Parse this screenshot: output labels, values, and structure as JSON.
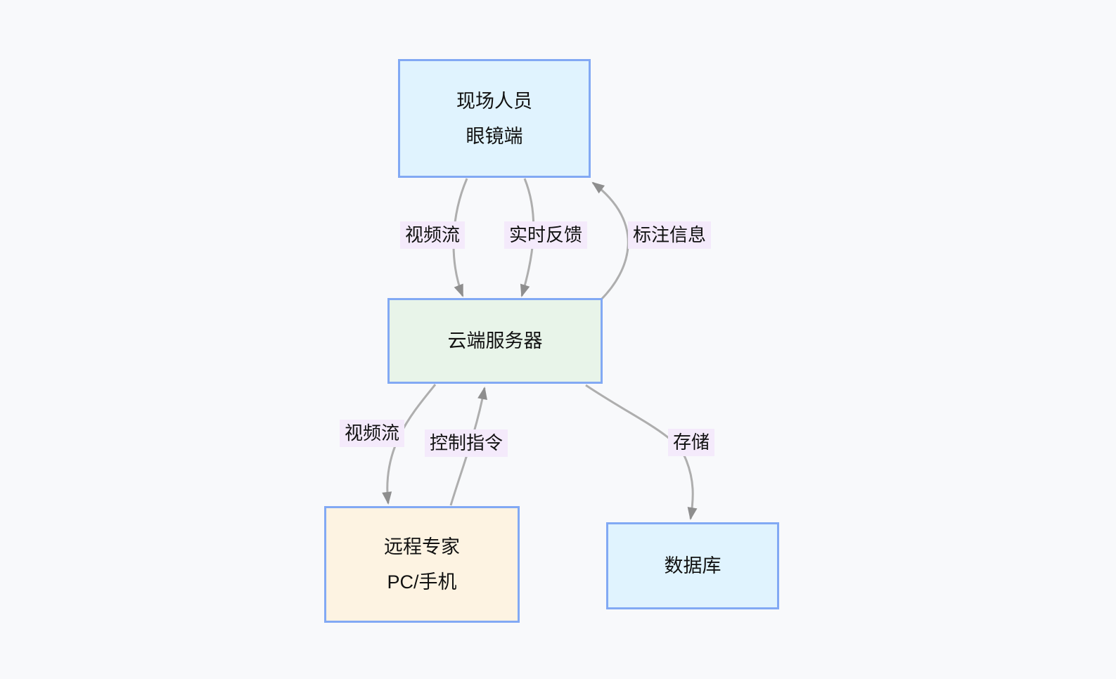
{
  "diagram": {
    "colors": {
      "bg": "#f8f9fb",
      "node_border": "#82a9f4",
      "node_blue": "#e0f3fe",
      "node_green": "#e8f4e9",
      "node_orange": "#fdf3e2",
      "label_bg": "#f4eafb",
      "edge": "#aeaeae",
      "arrow": "#8e8e8e",
      "text": "#111111"
    },
    "nodes": {
      "glasses": {
        "label": "现场人员\n眼镜端"
      },
      "cloud": {
        "label": "云端服务器"
      },
      "expert": {
        "label": "远程专家\nPC/手机"
      },
      "database": {
        "label": "数据库"
      }
    },
    "edges": [
      {
        "from": "glasses",
        "to": "cloud",
        "label": "视频流"
      },
      {
        "from": "glasses",
        "to": "cloud",
        "label": "实时反馈"
      },
      {
        "from": "cloud",
        "to": "glasses",
        "label": "标注信息"
      },
      {
        "from": "cloud",
        "to": "expert",
        "label": "视频流"
      },
      {
        "from": "expert",
        "to": "cloud",
        "label": "控制指令"
      },
      {
        "from": "cloud",
        "to": "database",
        "label": "存储"
      }
    ]
  }
}
